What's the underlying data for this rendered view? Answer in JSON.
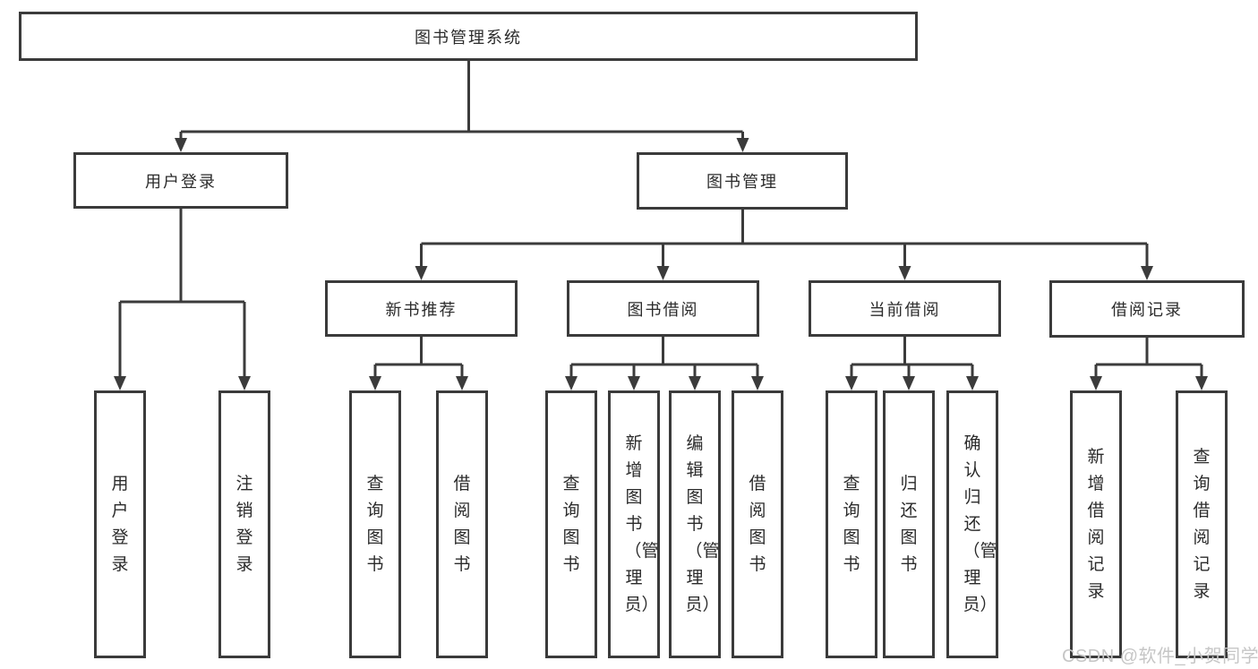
{
  "diagram": {
    "type": "hierarchy",
    "title": "图书管理系统",
    "level2": [
      {
        "label": "用户登录"
      },
      {
        "label": "图书管理"
      }
    ],
    "level3": [
      {
        "label": "新书推荐"
      },
      {
        "label": "图书借阅"
      },
      {
        "label": "当前借阅"
      },
      {
        "label": "借阅记录"
      }
    ],
    "leaves": {
      "user_login": [
        {
          "label": "用户登录"
        },
        {
          "label": "注销登录"
        }
      ],
      "new_book": [
        {
          "label": "查询图书"
        },
        {
          "label": "借阅图书"
        }
      ],
      "book_borrow": [
        {
          "label": "查询图书"
        },
        {
          "label": "新增图书（管理员）"
        },
        {
          "label": "编辑图书（管理员）"
        },
        {
          "label": "借阅图书"
        }
      ],
      "current_borrow": [
        {
          "label": "查询图书"
        },
        {
          "label": "归还图书"
        },
        {
          "label": "确认归还（管理员）"
        }
      ],
      "borrow_record": [
        {
          "label": "新增借阅记录"
        },
        {
          "label": "查询借阅记录"
        }
      ]
    }
  },
  "watermark": {
    "text": "CSDN @软件_小贺同学"
  },
  "colors": {
    "line": "#3b3b3b",
    "box_border": "#3b3b3b",
    "text": "#2b2b2b",
    "watermark": "#c6c6c6",
    "background": "#ffffff"
  }
}
